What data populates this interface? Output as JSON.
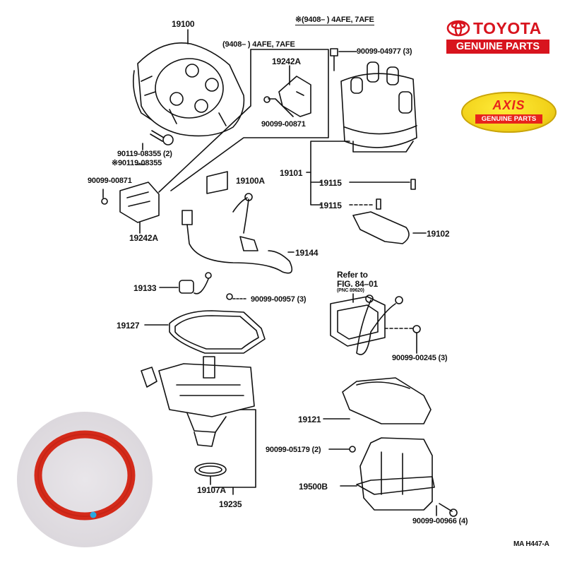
{
  "branding": {
    "toyota": {
      "wordmark": "TOYOTA",
      "tagline": "GENUINE PARTS",
      "color": "#d8141e"
    },
    "axis": {
      "wordmark": "AXIS",
      "tagline": "GENUINE PARTS",
      "color": "#e8241c",
      "badge_color": "#f2d21a"
    }
  },
  "notes": {
    "top_right_applicability": "※(9408–        ) 4AFE, 7AFE",
    "box_applicability": "(9408–        ) 4AFE, 7AFE",
    "refer_line1": "Refer to",
    "refer_line2": "FIG. 84–01",
    "refer_pnc": "(PNC 89620)",
    "figure_code": "MA H447-A"
  },
  "parts": {
    "p19100": "19100",
    "p90099_04977": "90099-04977 (3)",
    "p19242A_box": "19242A",
    "p90099_00871_box": "90099-00871",
    "p90119_08355_2": "90119-08355 (2)",
    "p90119_08355_star": "※90119-08355",
    "p90099_00871": "90099-00871",
    "p19100A": "19100A",
    "p19101": "19101",
    "p19115_a": "19115",
    "p19115_b": "19115",
    "p19242A": "19242A",
    "p19102": "19102",
    "p19144": "19144",
    "p19133": "19133",
    "p90099_00957": "90099-00957 (3)",
    "p19127": "19127",
    "p90099_00245": "90099-00245 (3)",
    "p19121": "19121",
    "p90099_05179": "90099-05179 (2)",
    "p19500B": "19500B",
    "p19107A": "19107A",
    "p19235": "19235",
    "p90099_00966": "90099-00966 (4)"
  },
  "photo": {
    "subject": "o-ring",
    "ring_color": "#d42a1a",
    "dot_color": "#2aa8e0"
  }
}
